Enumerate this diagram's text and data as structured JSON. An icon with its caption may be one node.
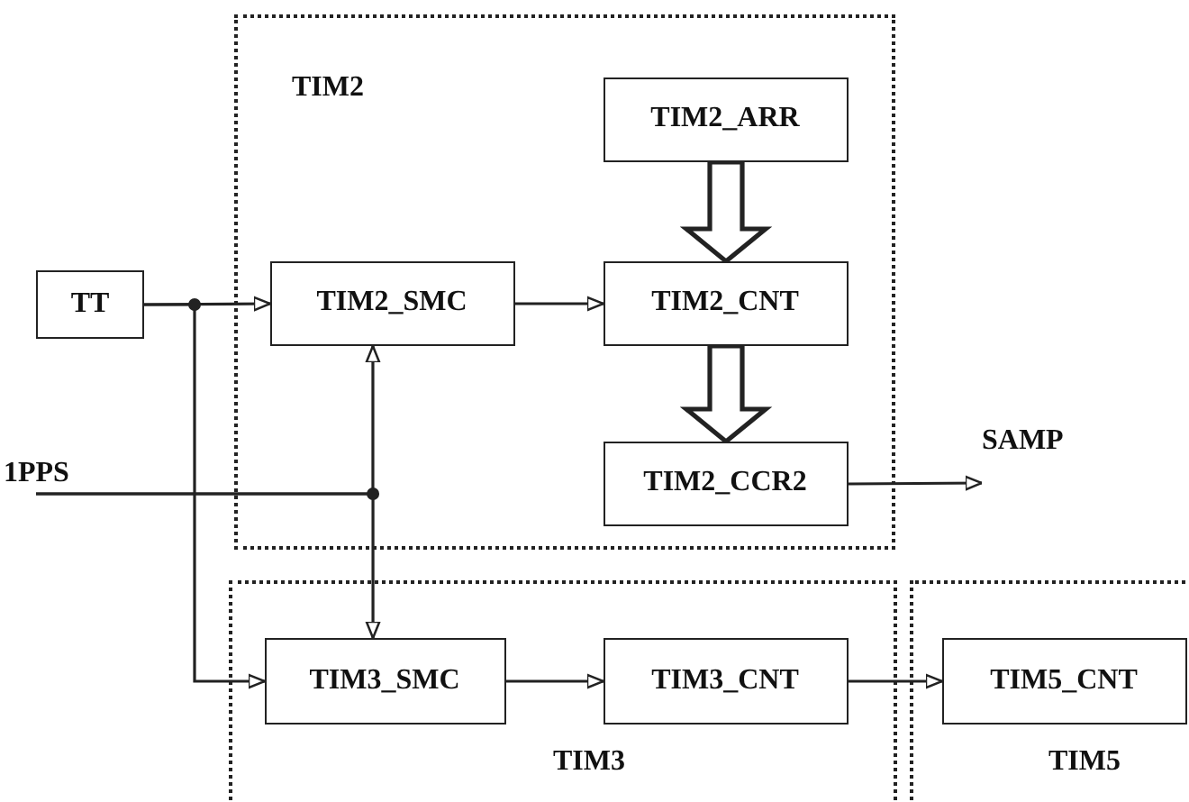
{
  "diagram": {
    "nodes": [
      {
        "text": [
          "TIM2"
        ]
      },
      {
        "text": [
          "TIM2_ARR"
        ],
        "in": 0
      },
      {
        "text": [
          "TIM2_SMC"
        ],
        "in": 0
      },
      {
        "text": [
          "TIM2_CNT"
        ],
        "in": 0
      },
      {
        "text": [
          "TIM2_CCR2"
        ],
        "in": 0
      },
      {
        "text": [
          "TIM3"
        ]
      },
      {
        "text": [
          "TIM3_SMC"
        ],
        "in": 5
      },
      {
        "text": [
          "TIM3_CNT"
        ],
        "in": 5
      },
      {
        "text": [
          "TIM5"
        ]
      },
      {
        "text": [
          "TIM5_CNT"
        ],
        "in": 8
      },
      {
        "text": [
          "TT"
        ]
      },
      {
        "text": [
          "1PPS"
        ]
      },
      {
        "text": [
          "SAMP"
        ]
      }
    ],
    "edges": [
      {
        "from": 10,
        "to": 2,
        "arrow": "to"
      },
      {
        "from": 10,
        "to": 6,
        "arrow": "to"
      },
      {
        "from": 11,
        "to": 2,
        "arrow": "to"
      },
      {
        "from": 11,
        "to": 6,
        "arrow": "to"
      },
      {
        "from": 2,
        "to": 3,
        "arrow": "to"
      },
      {
        "from": 1,
        "to": 3,
        "arrow": "to",
        "style": "thick"
      },
      {
        "from": 3,
        "to": 4,
        "arrow": "to",
        "style": "thick"
      },
      {
        "from": 4,
        "to": 12,
        "arrow": "to"
      },
      {
        "from": 6,
        "to": 7,
        "arrow": "to"
      },
      {
        "from": 7,
        "to": 9,
        "arrow": "to"
      }
    ]
  }
}
